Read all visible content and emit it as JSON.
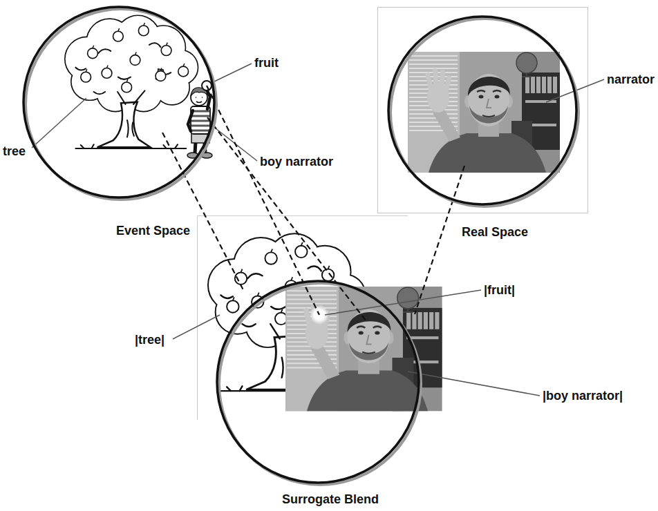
{
  "diagram": {
    "nodes": [
      {
        "text": [
          "Event Space"
        ]
      },
      {
        "text": [
          "Real Space"
        ]
      },
      {
        "text": [
          "Surrogate Blend"
        ]
      }
    ],
    "edges": [
      {
        "from": 0,
        "to": 2,
        "arrow": "none"
      },
      {
        "from": 0,
        "to": 2,
        "arrow": "none"
      },
      {
        "from": 0,
        "to": 2,
        "arrow": "none"
      },
      {
        "from": 1,
        "to": 2,
        "arrow": "none"
      }
    ],
    "labels": [
      "tree",
      "fruit",
      "boy narrator",
      "narrator",
      "|fruit|",
      "|tree|",
      "|boy narrator|"
    ]
  }
}
